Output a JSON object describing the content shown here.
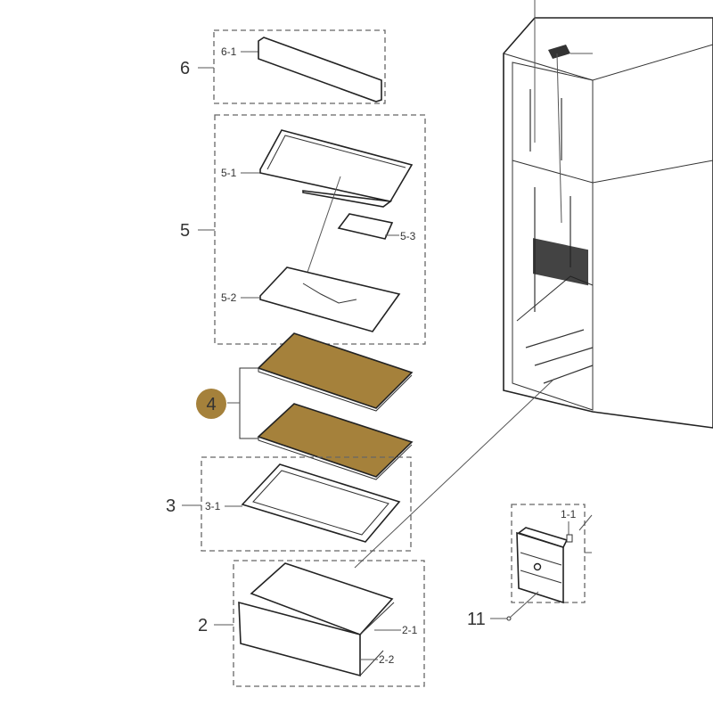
{
  "diagram": {
    "highlight_color": "#a5813b",
    "selected_callout": "4",
    "callouts": {
      "c6": "6",
      "c6_1": "6-1",
      "c5": "5",
      "c5_1": "5-1",
      "c5_2": "5-2",
      "c5_3": "5-3",
      "c4": "4",
      "c3": "3",
      "c3_1": "3-1",
      "c2": "2",
      "c2_1": "2-1",
      "c2_2": "2-2",
      "c11": "11",
      "c1_1": "1-1"
    }
  }
}
